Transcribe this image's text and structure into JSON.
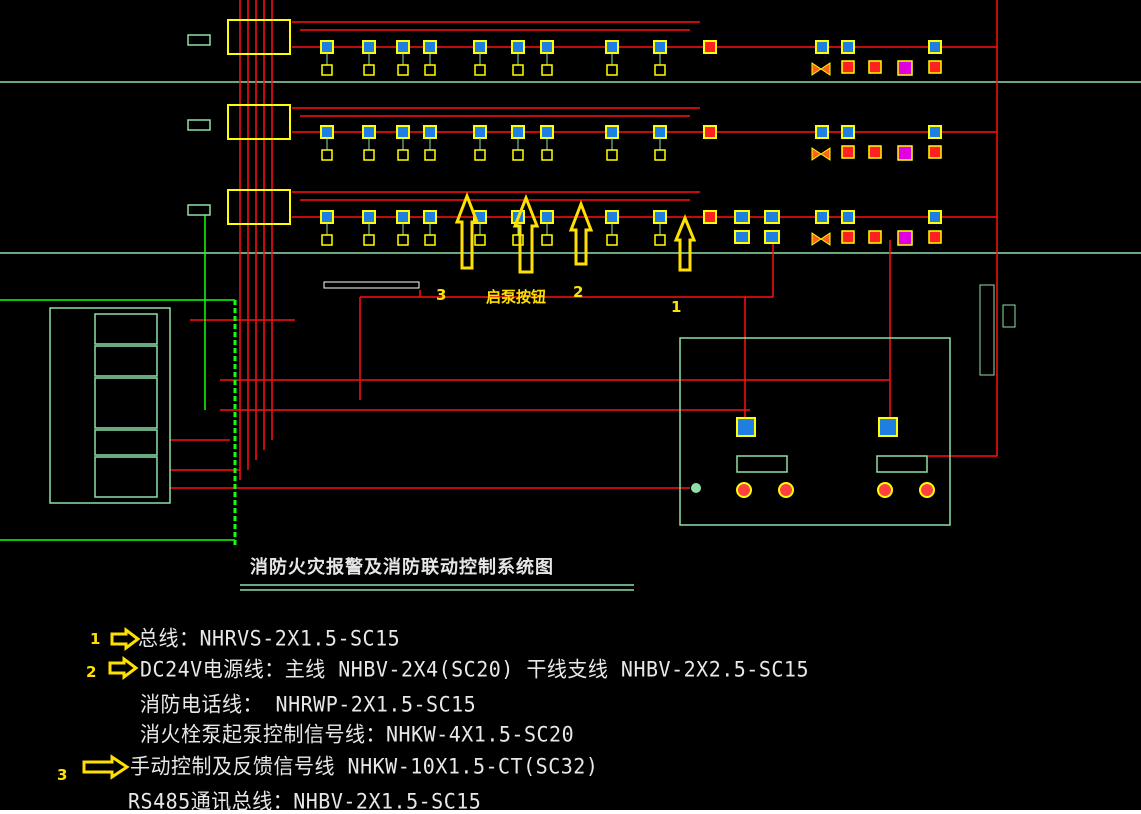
{
  "diagram": {
    "title": "消防火灾报警及消防联动控制系统图",
    "colors": {
      "background": "#000000",
      "wire_red": "#ff1010",
      "wire_green": "#12ff12",
      "frame_mint": "#8fe0a8",
      "module_yellow": "#ffff00",
      "module_blue": "#1f7fe0",
      "note_yellow": "#ffe000",
      "magenta": "#e000e0"
    }
  },
  "annotations": {
    "pump_button_label": "启泵按钮",
    "marker_1": "1",
    "marker_2": "2",
    "marker_3": "3"
  },
  "legend": {
    "line1": {
      "marker": "1",
      "text": "总线：NHRVS-2X1.5-SC15"
    },
    "line2": {
      "marker": "2",
      "text": "DC24V电源线：主线 NHBV-2X4(SC20) 干线支线 NHBV-2X2.5-SC15"
    },
    "line3": {
      "text": "消防电话线：  NHRWP-2X1.5-SC15"
    },
    "line4": {
      "text": "消火栓泵起泵控制信号线：NHKW-4X1.5-SC20"
    },
    "line5": {
      "marker": "3",
      "text": "手动控制及反馈信号线 NHKW-10X1.5-CT(SC32)"
    },
    "line6": {
      "text": "RS485通讯总线：NHBV-2X1.5-SC15"
    }
  }
}
